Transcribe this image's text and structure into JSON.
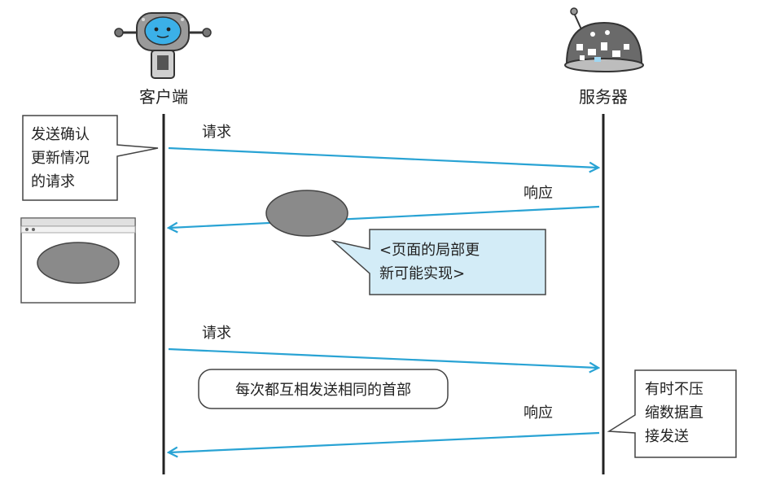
{
  "actors": {
    "client": "客户端",
    "server": "服务器"
  },
  "messages": {
    "request_1": "请求",
    "response_1": "响应",
    "request_2": "请求",
    "response_2": "响应"
  },
  "callouts": {
    "confirm": [
      "发送确认",
      "更新情况",
      "的请求"
    ],
    "partial_update": [
      "<页面的局部更",
      "新可能实现>"
    ],
    "same_header": "每次都互相发送相同的首部",
    "no_compress": [
      "有时不压",
      "缩数据直",
      "接发送"
    ]
  },
  "colors": {
    "arrow": "#29a3d4",
    "lifeline": "#222222",
    "data_blob": "#8a8a8a",
    "highlight_box": "#d3ecf7"
  }
}
